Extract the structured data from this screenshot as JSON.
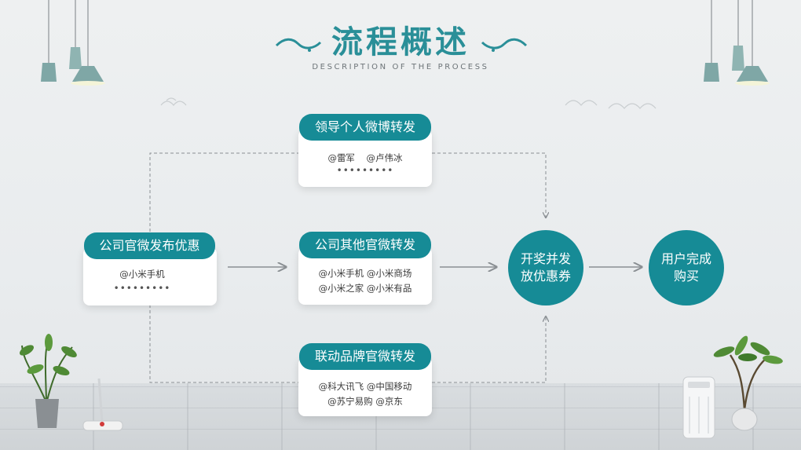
{
  "header": {
    "title": "流程概述",
    "subtitle": "DESCRIPTION OF THE PROCESS"
  },
  "source": {
    "label": "公司官微发布优惠",
    "accounts": "@小米手机",
    "more": "•••••••••"
  },
  "top": {
    "label": "领导个人微博转发",
    "accounts": "@雷军    @卢伟冰",
    "more": "•••••••••"
  },
  "middle": {
    "label": "公司其他官微转发",
    "accounts_line1": "@小米手机  @小米商场",
    "accounts_line2": "@小米之家  @小米有品"
  },
  "bottom": {
    "label": "联动品牌官微转发",
    "accounts_line1": "@科大讯飞  @中国移动",
    "accounts_line2": "@苏宁易购  @京东"
  },
  "lottery": {
    "line1": "开奖并发",
    "line2": "放优惠券"
  },
  "purchase": {
    "line1": "用户完成",
    "line2": "购买"
  },
  "colors": {
    "accent": "#168b96",
    "title": "#2a8f98",
    "connector": "#8a8f93"
  },
  "icons": [
    "pendant-lamp-icon",
    "potted-plant-icon",
    "floor-mop-icon",
    "air-purifier-icon",
    "cloud-ornament-icon",
    "swirl-ornament-icon"
  ]
}
